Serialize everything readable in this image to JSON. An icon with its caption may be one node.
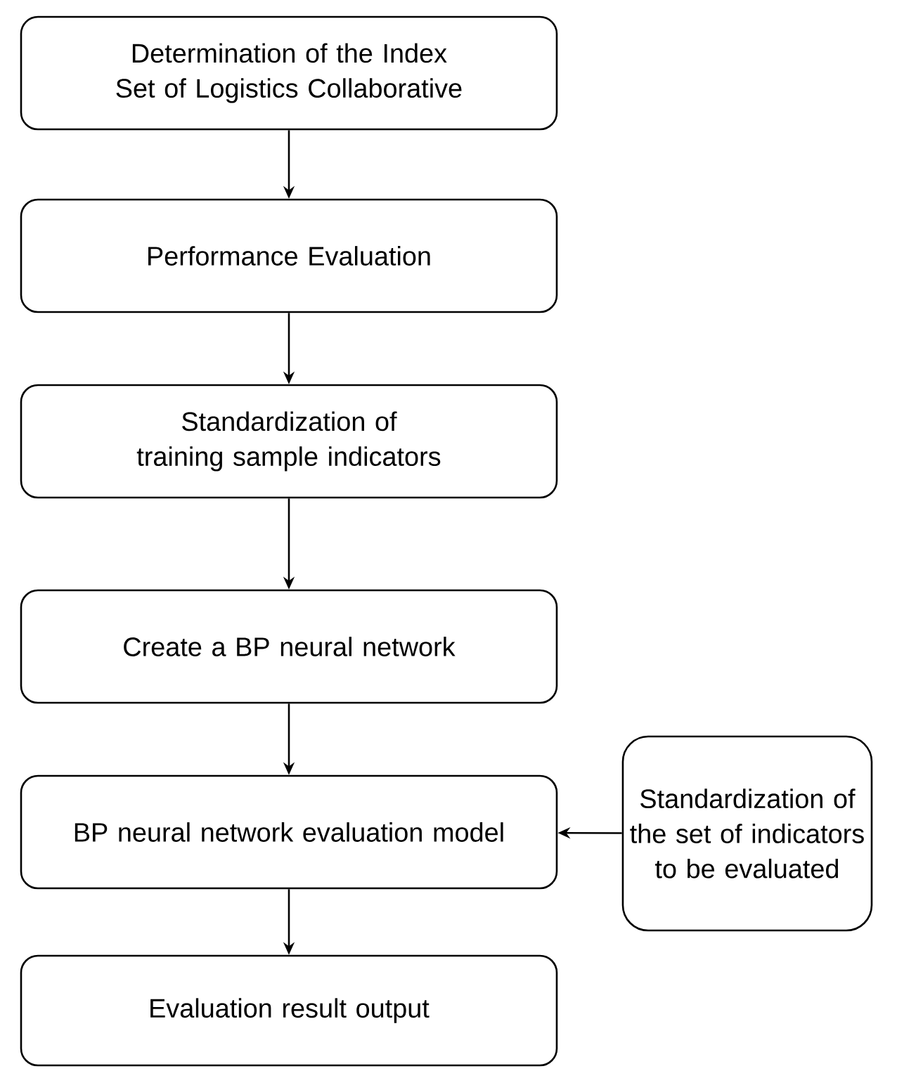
{
  "diagram": {
    "nodes": [
      {
        "text": [
          "Determination of the Index Set of Logistics Collaborative"
        ]
      },
      {
        "text": [
          "Performance Evaluation"
        ]
      },
      {
        "text": [
          "Standardization of training sample indicators"
        ]
      },
      {
        "text": [
          "Create a BP neural network"
        ]
      },
      {
        "text": [
          "BP neural network evaluation model"
        ]
      },
      {
        "text": [
          "Standardization of the set of indicators to be evaluated"
        ]
      },
      {
        "text": [
          "Evaluation result output"
        ]
      }
    ],
    "edges": [
      {
        "from": 0,
        "to": 1,
        "arrow": "to"
      },
      {
        "from": 1,
        "to": 2,
        "arrow": "to"
      },
      {
        "from": 2,
        "to": 3,
        "arrow": "to"
      },
      {
        "from": 3,
        "to": 4,
        "arrow": "to"
      },
      {
        "from": 5,
        "to": 4,
        "arrow": "to"
      },
      {
        "from": 4,
        "to": 6,
        "arrow": "to"
      }
    ]
  }
}
